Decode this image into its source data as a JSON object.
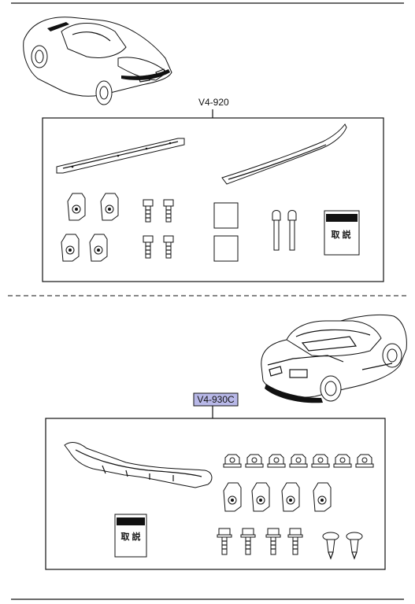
{
  "parts": {
    "upper_kit": {
      "code": "V4-920"
    },
    "lower_kit": {
      "code": "V4-930C",
      "highlight_color": "#b8b8e8"
    }
  },
  "manual_label": "取 説",
  "colors": {
    "line": "#111111",
    "highlight": "#b8b8e8",
    "paper": "#ffffff"
  },
  "icons": [
    "car-rear-view-icon",
    "car-rear-quarter-icon",
    "rear-spoiler-icon",
    "trim-strip-icon",
    "clip-nut-icon",
    "bolt-icon",
    "adhesive-pad-icon",
    "pin-icon",
    "instruction-manual-icon",
    "rear-diffuser-icon",
    "flange-nut-icon",
    "push-rivet-icon"
  ]
}
